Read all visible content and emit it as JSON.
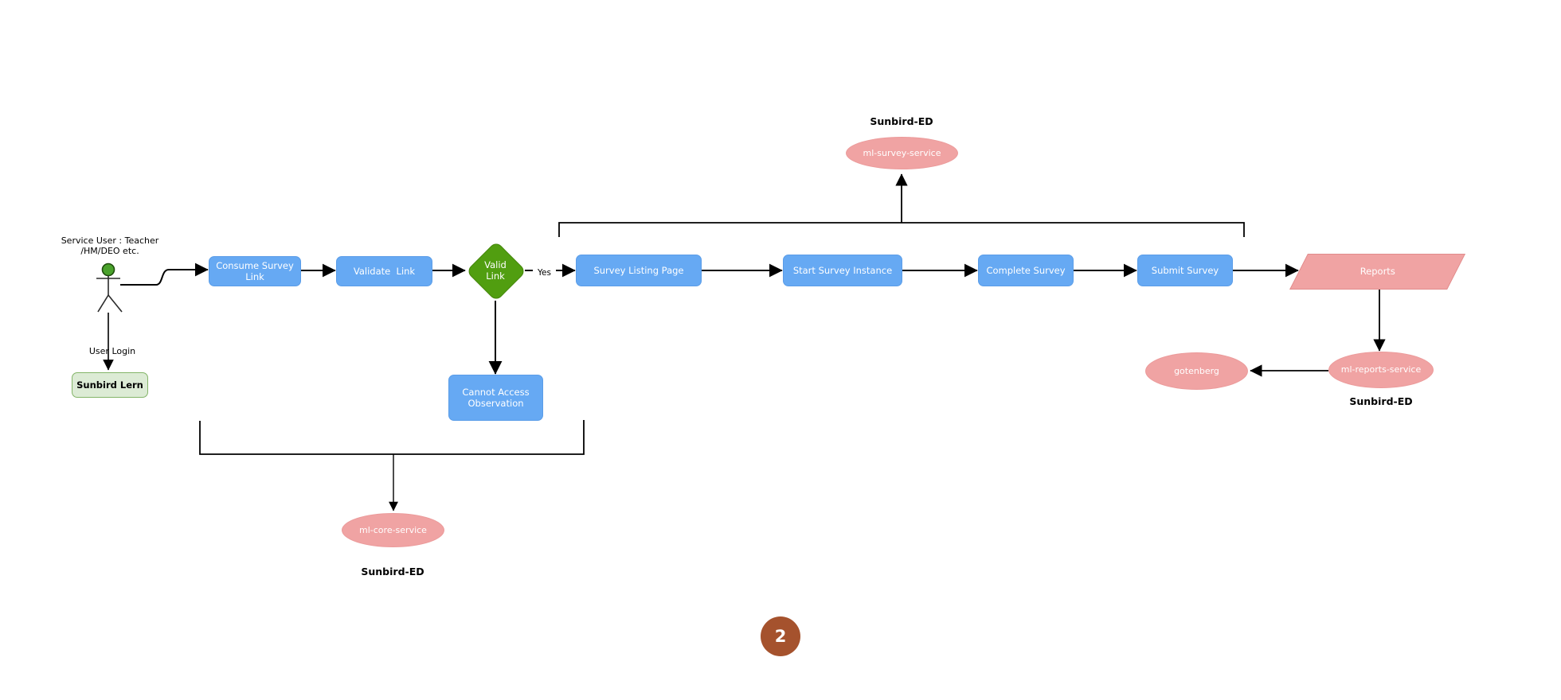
{
  "actor": {
    "label": "Service User : Teacher\n/HM/DEO etc."
  },
  "edge_labels": {
    "user_login": "User Login",
    "yes": "Yes"
  },
  "nodes": {
    "sunbird_lern": "Sunbird Lern",
    "consume_survey_link": "Consume Survey Link",
    "validate_link": "Validate  Link",
    "valid_link": "Valid\nLink",
    "survey_listing_page": "Survey Listing Page",
    "start_survey_instance": "Start Survey Instance",
    "complete_survey": "Complete Survey",
    "submit_survey": "Submit Survey",
    "reports": "Reports",
    "cannot_access_observation": "Cannot Access Observation",
    "ml_survey_service": "ml-survey-service",
    "ml_core_service": "ml-core-service",
    "ml_reports_service": "ml-reports-service",
    "gotenberg": "gotenberg"
  },
  "group_labels": {
    "survey_service_env": "Sunbird-ED",
    "core_service_env": "Sunbird-ED",
    "reports_service_env": "Sunbird-ED"
  },
  "page_badge": "2",
  "colors": {
    "process_blue": "#66a9f3",
    "decision_green": "#519e10",
    "service_pink": "#f0a3a3",
    "lern_fill": "#dcebd5",
    "lern_border": "#84b569",
    "actor_head_green": "#4aa22c",
    "badge_brown": "#a5522d",
    "connector_black": "#000000"
  }
}
